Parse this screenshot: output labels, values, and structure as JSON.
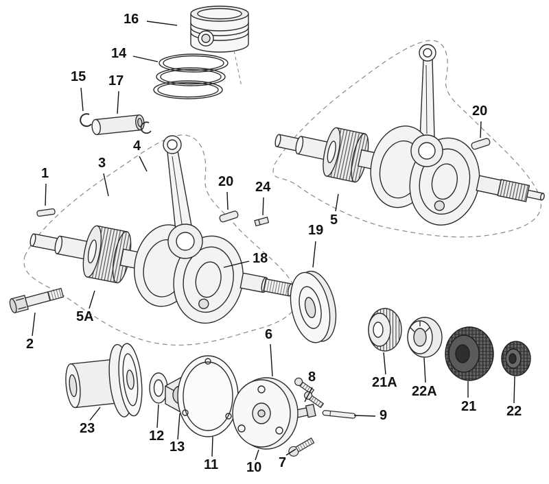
{
  "figure": {
    "type": "exploded-parts-diagram",
    "subject": "Engine crankshaft, piston and primary gear assembly",
    "background_color": "#ffffff",
    "line_color": "#2b2b2b",
    "dark_part_color": "#454545",
    "callouts": [
      {
        "ref": "16"
      },
      {
        "ref": "14"
      },
      {
        "ref": "15"
      },
      {
        "ref": "17"
      },
      {
        "ref": "4"
      },
      {
        "ref": "3"
      },
      {
        "ref": "1"
      },
      {
        "ref": "20"
      },
      {
        "ref": "24"
      },
      {
        "ref": "20"
      },
      {
        "ref": "5"
      },
      {
        "ref": "19"
      },
      {
        "ref": "18"
      },
      {
        "ref": "5A"
      },
      {
        "ref": "2"
      },
      {
        "ref": "6"
      },
      {
        "ref": "8"
      },
      {
        "ref": "9"
      },
      {
        "ref": "21A"
      },
      {
        "ref": "22A"
      },
      {
        "ref": "21"
      },
      {
        "ref": "22"
      },
      {
        "ref": "23"
      },
      {
        "ref": "12"
      },
      {
        "ref": "13"
      },
      {
        "ref": "11"
      },
      {
        "ref": "10"
      },
      {
        "ref": "7"
      }
    ]
  }
}
